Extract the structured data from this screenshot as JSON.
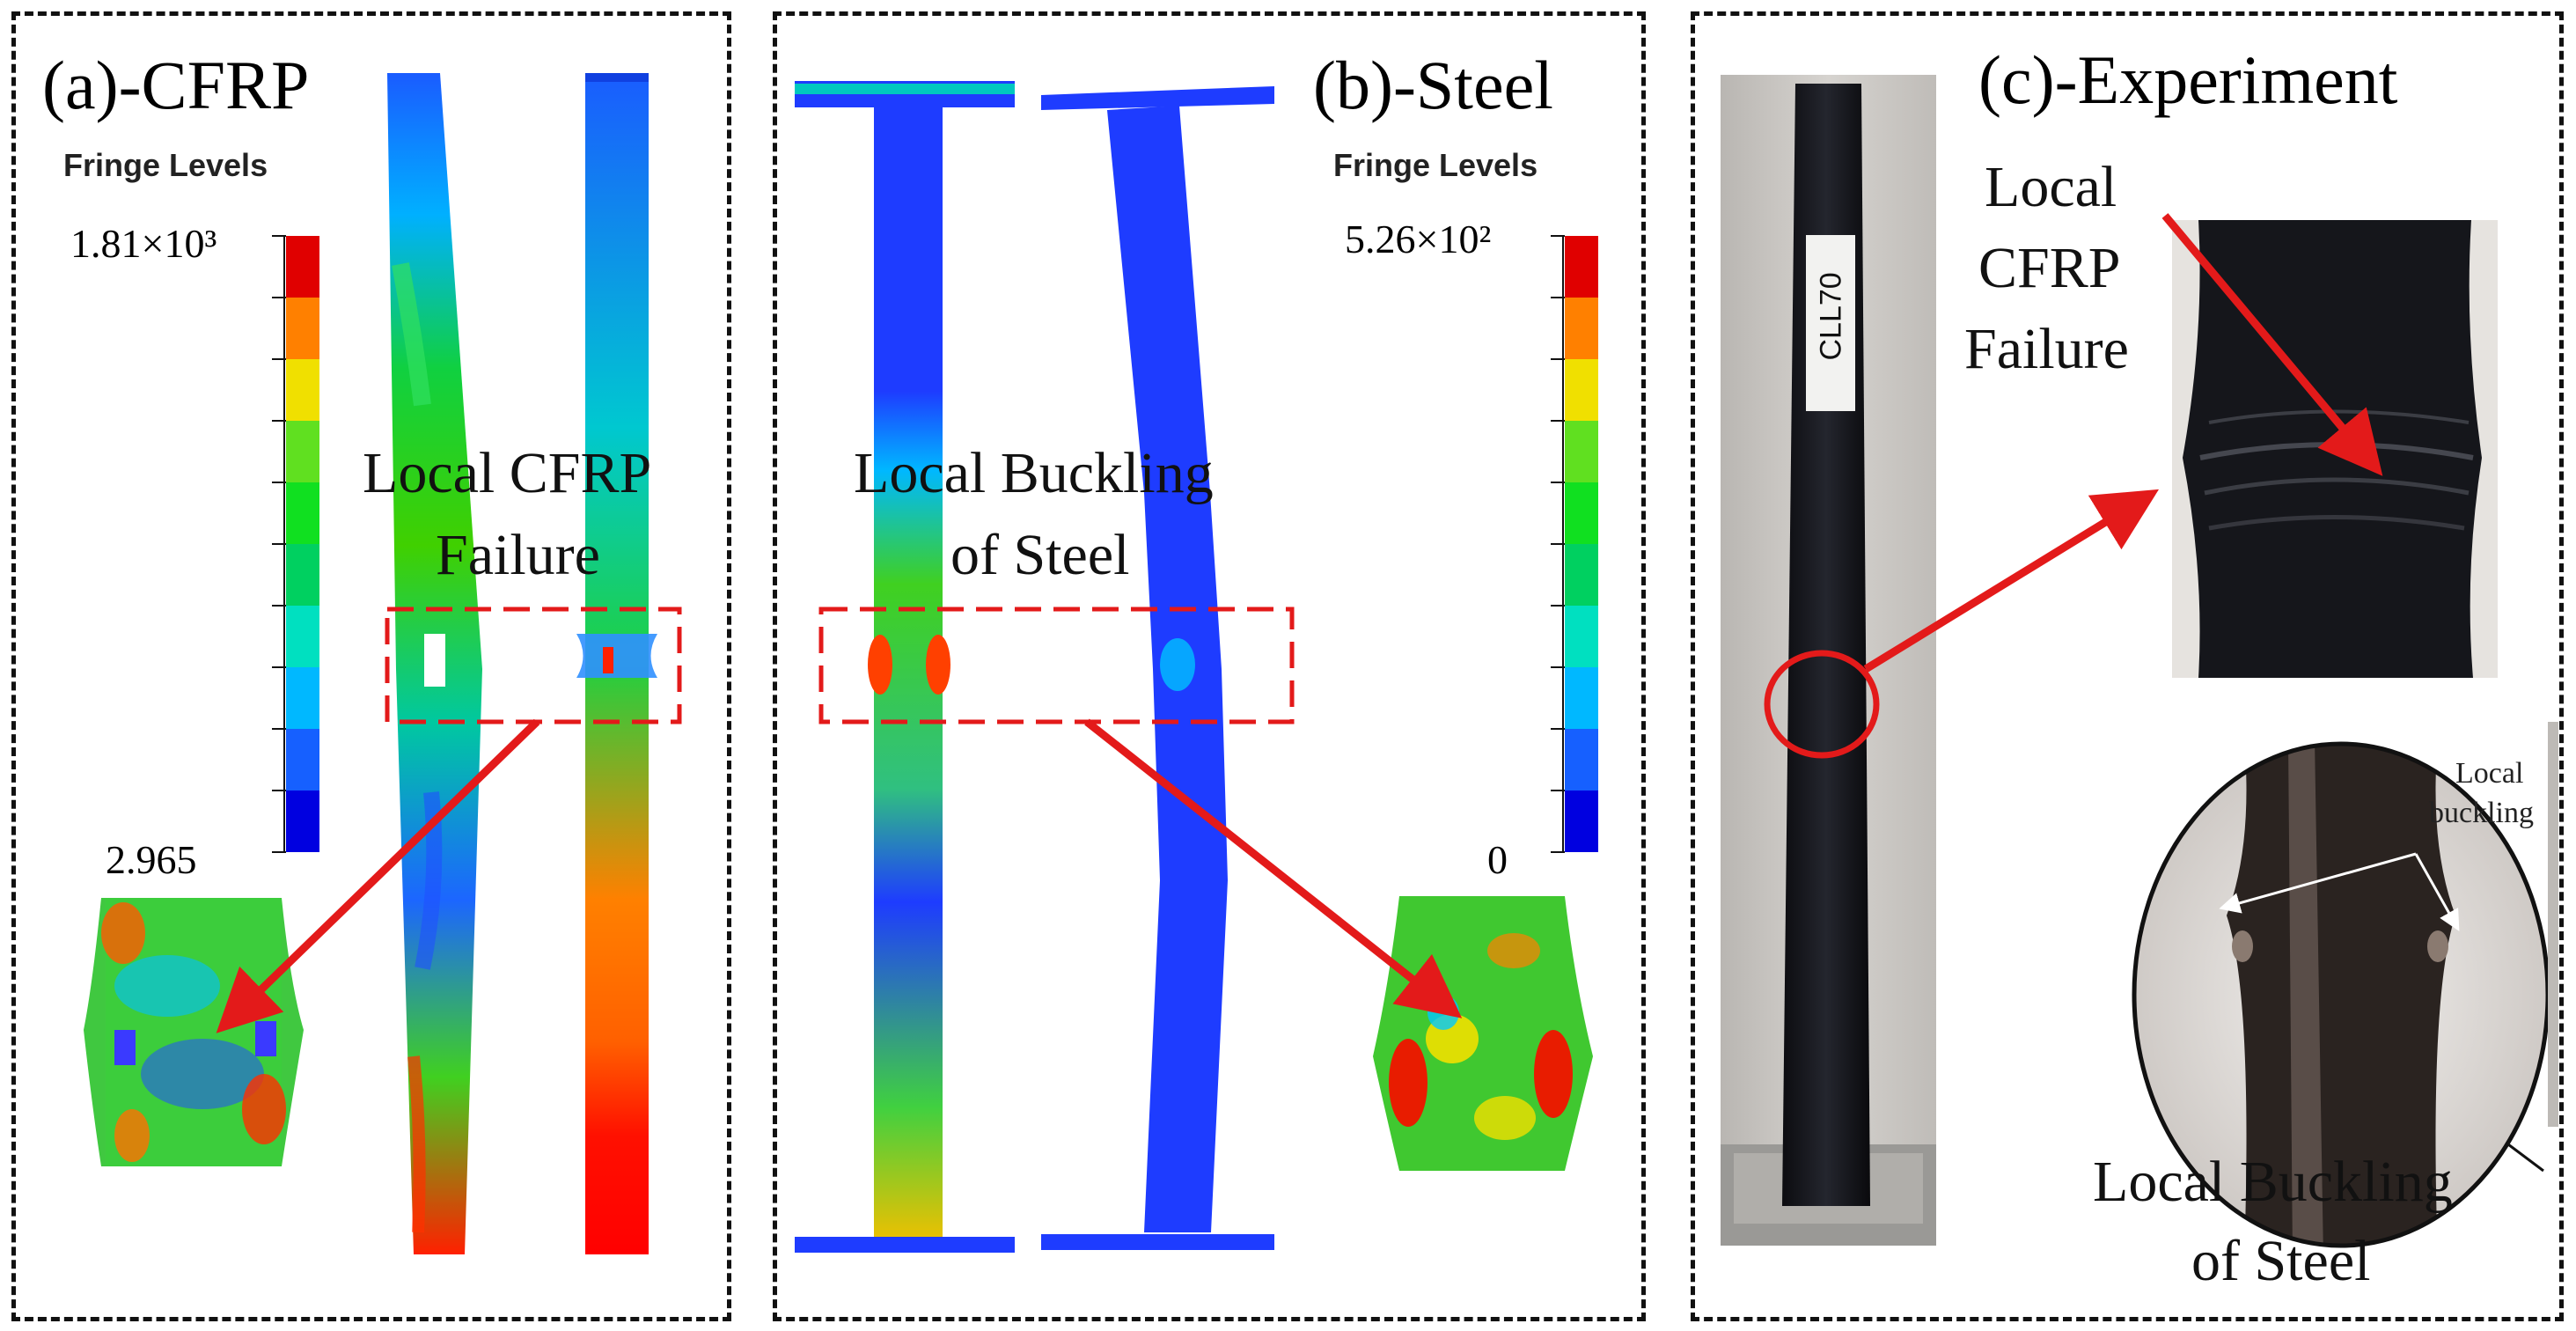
{
  "panels": {
    "a": {
      "title": "(a)-CFRP",
      "fringe_label": "Fringe Levels",
      "scale_max": "1.81×10³",
      "scale_min": "2.965",
      "annotation_line1": "Local CFRP",
      "annotation_line2": "Failure"
    },
    "b": {
      "title": "(b)-Steel",
      "fringe_label": "Fringe Levels",
      "scale_max": "5.26×10²",
      "scale_min": "0",
      "annotation_line1": "Local Buckling",
      "annotation_line2": "of Steel"
    },
    "c": {
      "title": "(c)-Experiment",
      "specimen_tag": "CLL70",
      "cfrp_line1": "Local",
      "cfrp_line2": "CFRP",
      "cfrp_line3": "Failure",
      "inset_label_line1": "Local",
      "inset_label_line2": "buckling",
      "steel_line1": "Local Buckling",
      "steel_line2": "of Steel"
    }
  },
  "colors": {
    "scale": [
      "#0000e0",
      "#1660ff",
      "#00b8ff",
      "#00e0c0",
      "#00d060",
      "#10e020",
      "#60e020",
      "#f0e000",
      "#ff8000",
      "#e00000"
    ],
    "highlight": "#e31a1a",
    "frame": "#111111"
  }
}
